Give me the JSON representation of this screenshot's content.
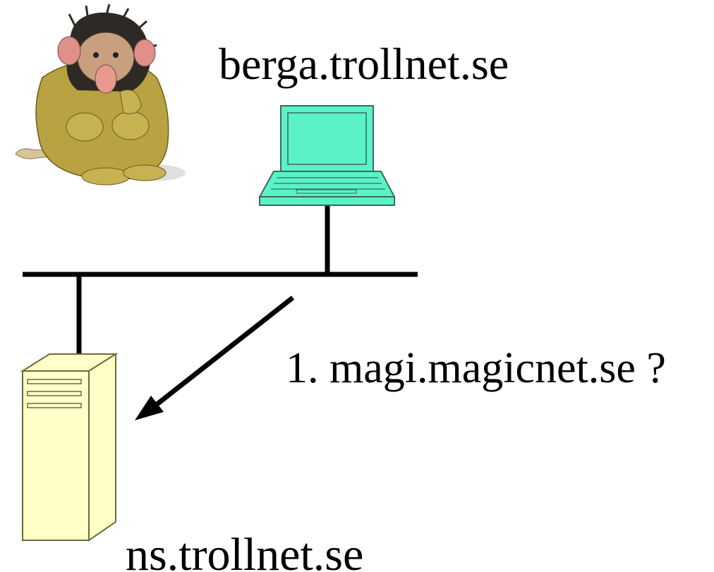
{
  "labels": {
    "client_host": "berga.trollnet.se",
    "query": "1. magi.magicnet.se ?",
    "name_server": "ns.trollnet.se"
  },
  "icons": {
    "troll": "troll-illustration-icon",
    "laptop": "laptop-icon",
    "server": "server-tower-icon",
    "arrow": "arrow-icon"
  },
  "colors": {
    "laptop": "#5cf2c8",
    "server": "#ffffc8",
    "line": "#000000"
  }
}
